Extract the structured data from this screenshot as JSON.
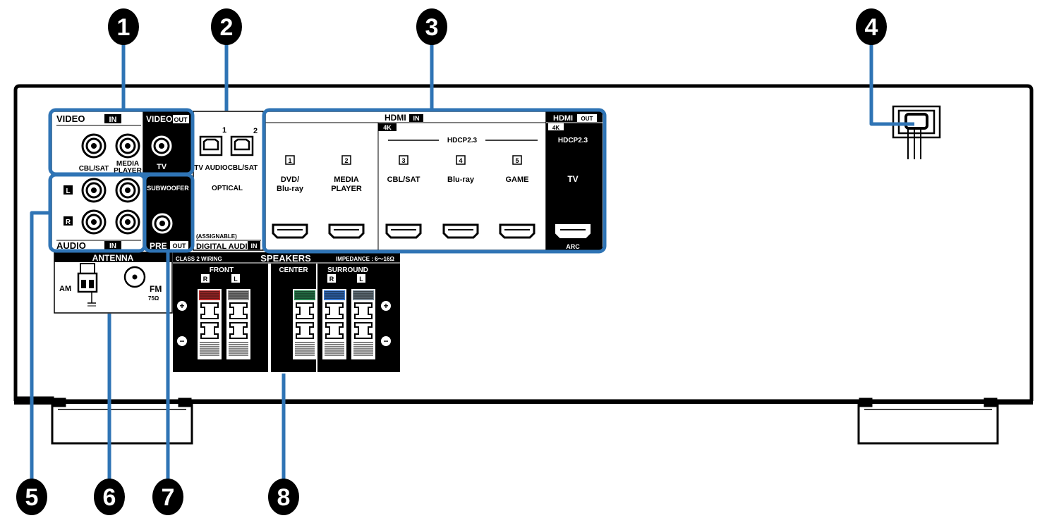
{
  "callouts": [
    "1",
    "2",
    "3",
    "4",
    "5",
    "6",
    "7",
    "8"
  ],
  "video_in": {
    "title": "VIDEO",
    "tag": "IN",
    "jack1": "CBL/SAT",
    "jack2_line1": "MEDIA",
    "jack2_line2": "PLAYER"
  },
  "video_out": {
    "title": "VIDEO",
    "tag": "OUT",
    "jack": "TV"
  },
  "audio_in": {
    "title": "AUDIO",
    "tag": "IN",
    "left": "L",
    "right": "R"
  },
  "pre_out": {
    "title": "PRE",
    "tag": "OUT",
    "subwoofer": "SUBWOOFER"
  },
  "optical": {
    "num1": "1",
    "num2": "2",
    "label1": "TV AUDIO",
    "label2": "CBL/SAT",
    "title": "OPTICAL",
    "assignable": "(ASSIGNABLE)",
    "digital": "DIGITAL AUDIO",
    "tag": "IN"
  },
  "hdmi_in": {
    "title": "HDMI",
    "tag": "IN",
    "badge": "4K",
    "hdcp": "HDCP2.3",
    "ports": [
      {
        "num": "1",
        "line1": "DVD/",
        "line2": "Blu-ray"
      },
      {
        "num": "2",
        "line1": "MEDIA",
        "line2": "PLAYER"
      },
      {
        "num": "3",
        "line1": "CBL/SAT",
        "line2": ""
      },
      {
        "num": "4",
        "line1": "Blu-ray",
        "line2": ""
      },
      {
        "num": "5",
        "line1": "GAME",
        "line2": ""
      }
    ]
  },
  "hdmi_out": {
    "title": "HDMI",
    "tag": "OUT",
    "badge": "4K",
    "hdcp": "HDCP2.3",
    "label": "TV",
    "arc": "ARC"
  },
  "antenna": {
    "title": "ANTENNA",
    "am": "AM",
    "fm": "FM",
    "ohm": "75Ω"
  },
  "speakers": {
    "title": "SPEAKERS",
    "wiring": "CLASS 2 WIRING",
    "impedance": "IMPEDANCE : 6～16Ω",
    "front": "FRONT",
    "center": "CENTER",
    "surround": "SURROUND",
    "r": "R",
    "l": "L",
    "plus": "+",
    "minus": "−",
    "colors": {
      "front_r": "#c03030",
      "front_l": "#9a9a9a",
      "center": "#2e8b57",
      "surround_r": "#3a7bd5",
      "surround_l": "#7a8c99"
    }
  },
  "colors": {
    "callout_line": "#2f74b5",
    "panel": "#000000"
  }
}
